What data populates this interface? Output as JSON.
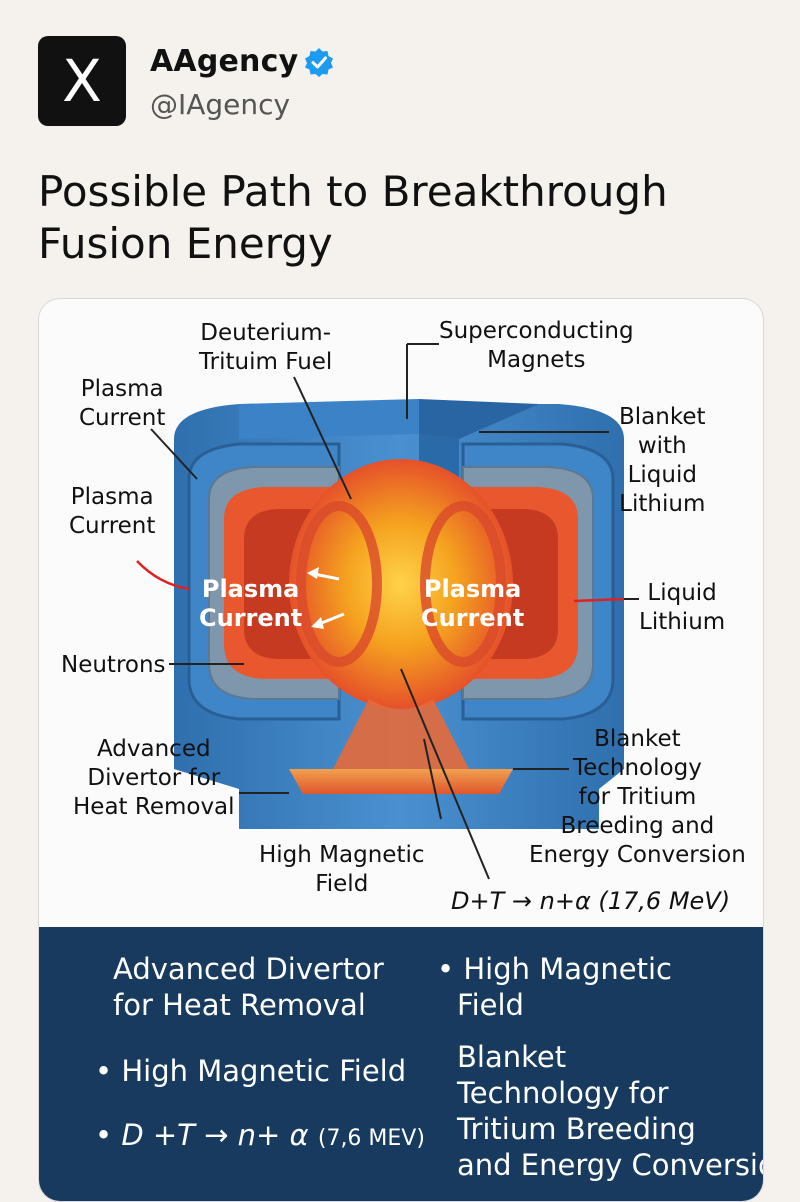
{
  "account": {
    "name": "AAgency",
    "handle": "@IAgency",
    "logo_glyph": "X",
    "verified_color": "#1d9bf0"
  },
  "post": {
    "title_line1": "Possible Path to Breakthrough",
    "title_line2": "Fusion Energy"
  },
  "diagram": {
    "labels": {
      "dt_fuel_1": "Deuterium-",
      "dt_fuel_2": "Trituim Fuel",
      "magnets_1": "Superconducting",
      "magnets_2": "Magnets",
      "plasma_current_a1": "Plasma",
      "plasma_current_a2": "Current",
      "plasma_current_b1": "Plasma",
      "plasma_current_b2": "Current",
      "blanket_1": "Blanket",
      "blanket_2": "with",
      "blanket_3": "Liquid",
      "blanket_4": "Lithium",
      "inner_left_1": "Plasma",
      "inner_left_2": "Current",
      "inner_right_1": "Plasma",
      "inner_right_2": "Current",
      "liquid_lithium_1": "Liquid",
      "liquid_lithium_2": "Lithium",
      "neutrons": "Neutrons",
      "divertor_1": "Advanced",
      "divertor_2": "Divertor for",
      "divertor_3": "Heat Removal",
      "blanket_tech_1": "Blanket",
      "blanket_tech_2": "Technology",
      "blanket_tech_3": "for Tritium",
      "blanket_tech_4": "Breeding and",
      "blanket_tech_5": "Energy Conversion",
      "magnetic_field_1": "High Magnetic",
      "magnetic_field_2": "Field",
      "equation": "D+T → n+α (17,6 MeV)"
    },
    "colors": {
      "vessel_blue": "#3a7fc1",
      "vessel_dark": "#2a5f96",
      "plasma_orange": "#f39a1e",
      "plasma_red": "#e2412c",
      "ring_orange": "#e9572e"
    }
  },
  "summary": {
    "left_1a": "Advanced Divertor",
    "left_1b": "for Heat Removal",
    "left_2": "• High Magnetic Field",
    "left_3": "• D +T → n+ α",
    "left_3_small": "(7,6 MEV)",
    "right_1a": "• High Magnetic",
    "right_1b": "Field",
    "right_2a": "Blanket",
    "right_2b": "Technology for",
    "right_2c": "Tritium Breeding",
    "right_2d": "and Energy Conversion"
  }
}
